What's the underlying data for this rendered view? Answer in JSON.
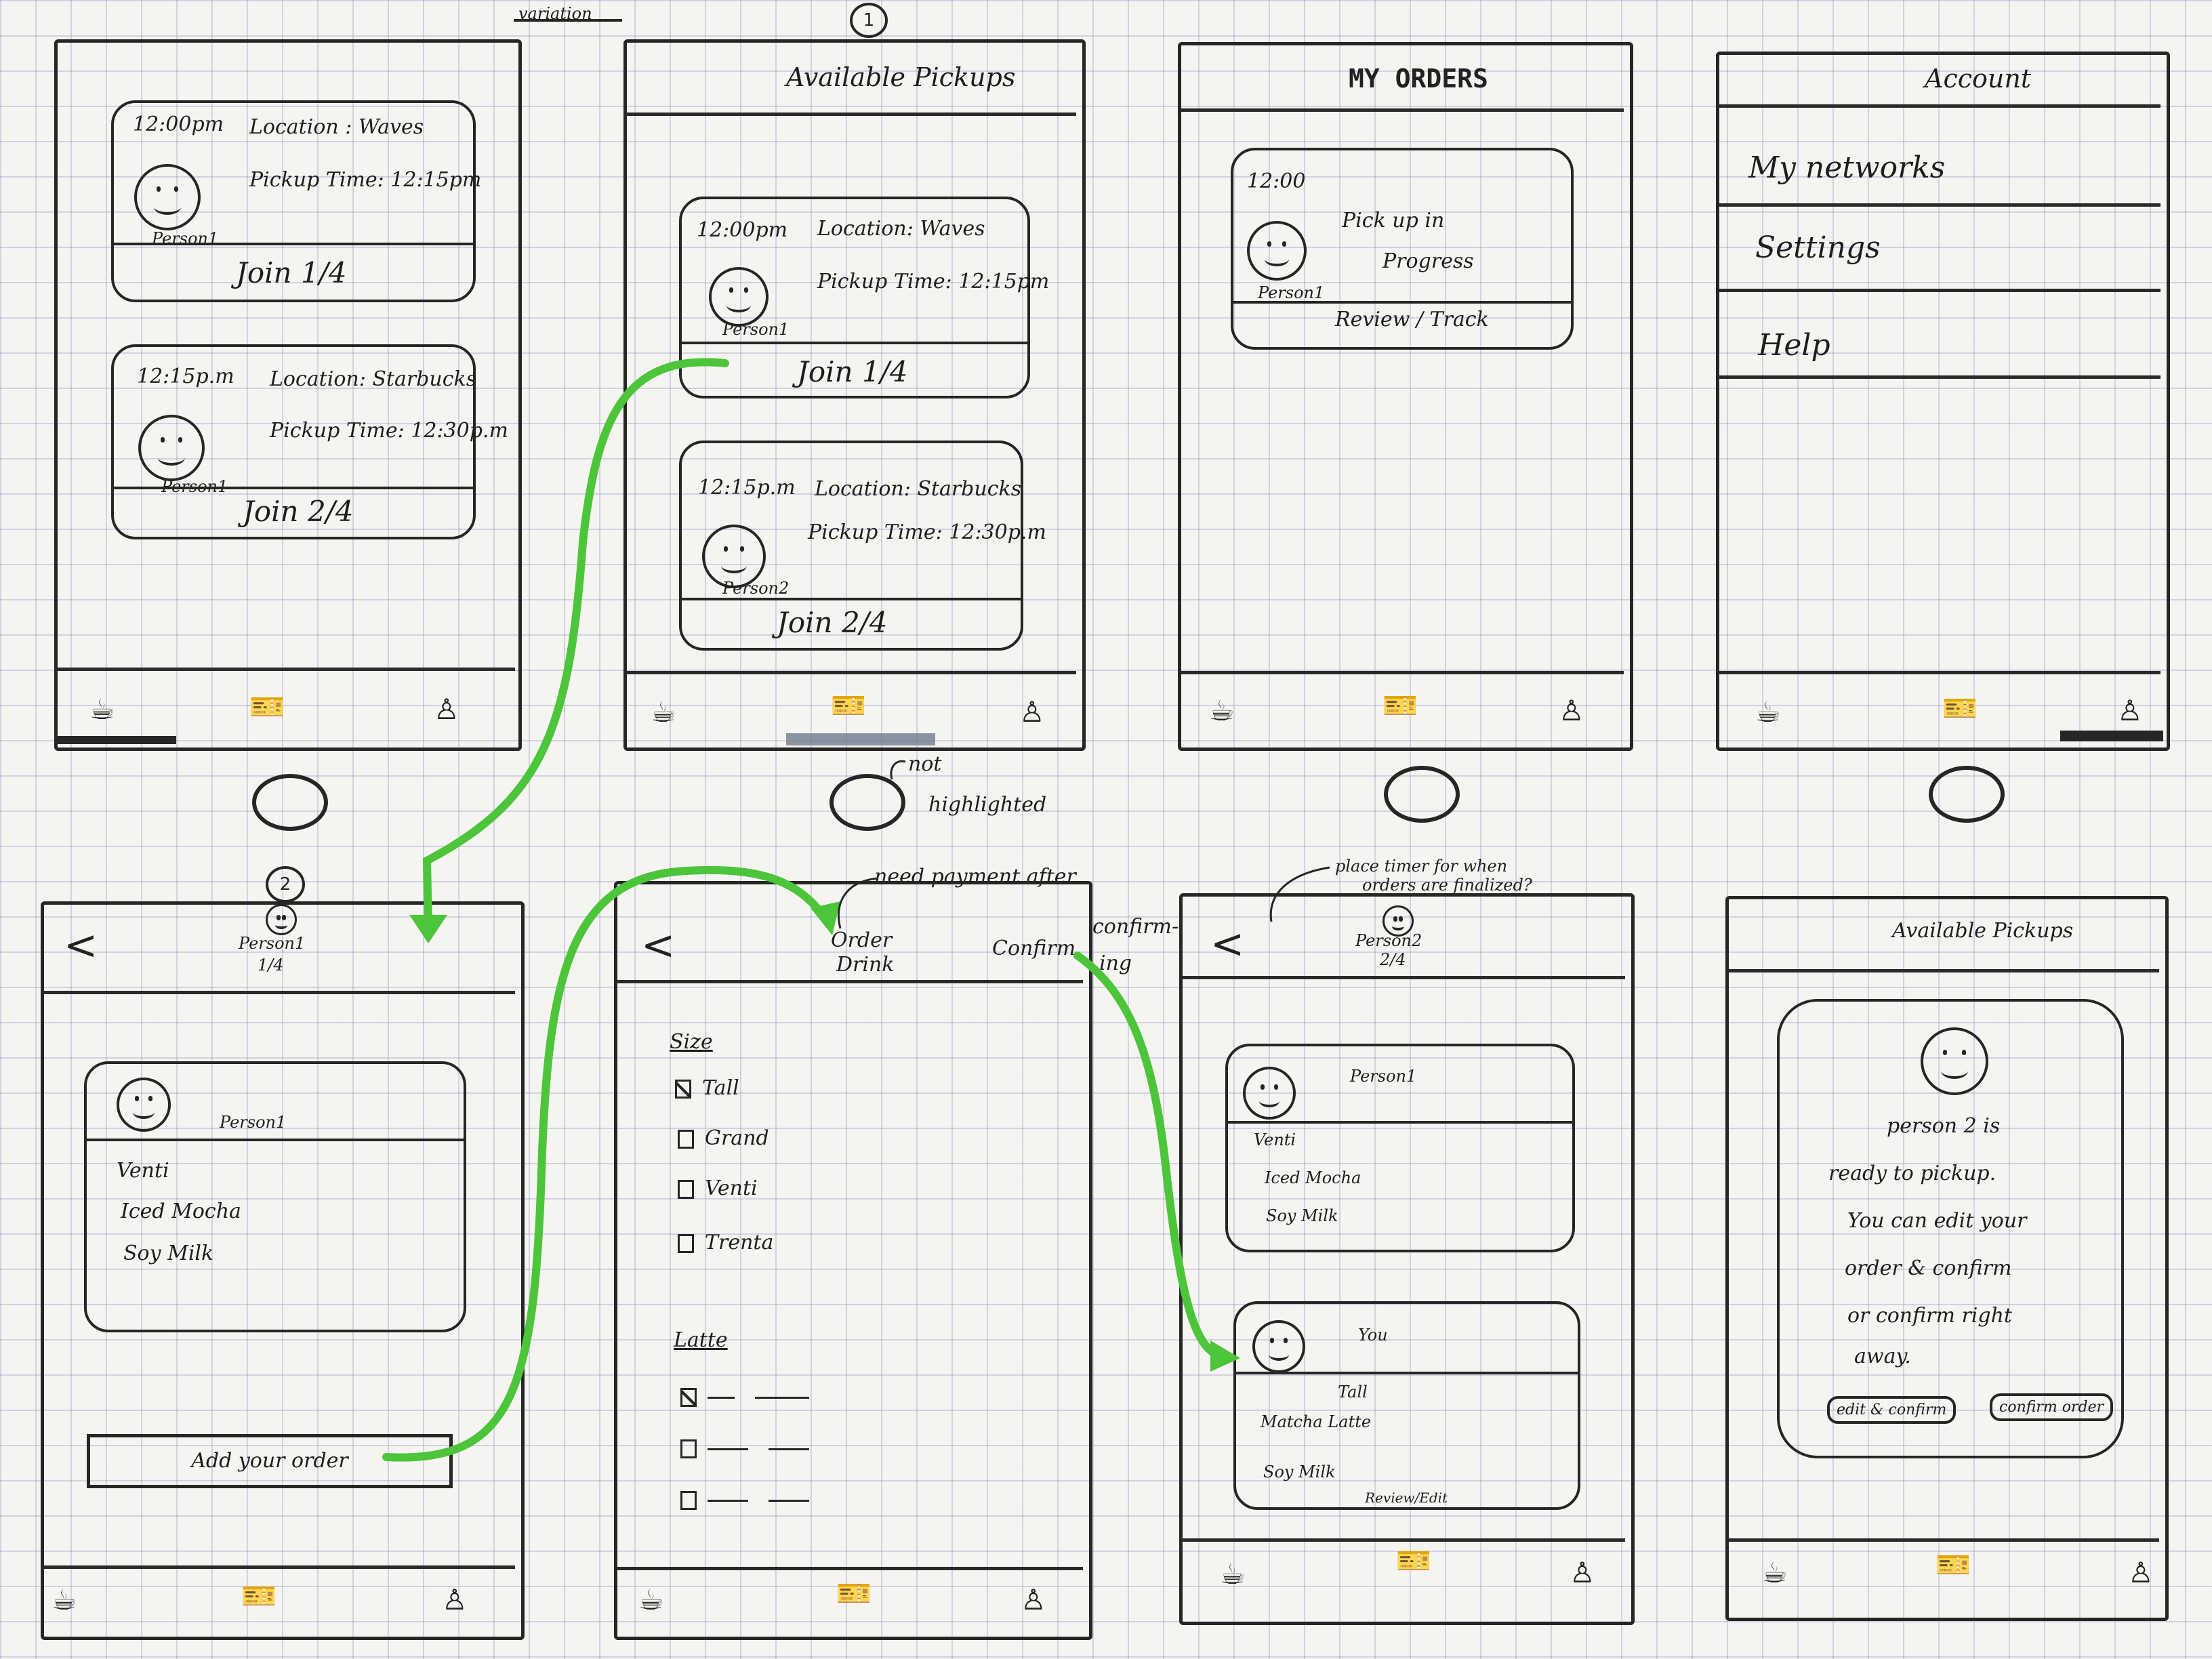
{
  "annotations": {
    "variation": "variation",
    "frame_num_1": "1",
    "frame_num_2": "2",
    "not_highlighted_1": "not",
    "not_highlighted_2": "highlighted",
    "need_payment_1": "need payment after",
    "need_payment_2": "confirm-",
    "need_payment_3": "ing",
    "place_timer_1": "place timer for when",
    "place_timer_2": "orders are finalized?"
  },
  "pickup_cards": [
    {
      "time": "12:00pm",
      "location": "Location : Waves",
      "pickup_time": "Pickup Time: 12:15pm",
      "person": "Person1",
      "join": "Join 1/4"
    },
    {
      "time": "12:15p.m",
      "location": "Location: Starbucks",
      "pickup_time": "Pickup Time: 12:30p.m",
      "person": "Person1",
      "join": "Join 2/4"
    }
  ],
  "available_cards": [
    {
      "time": "12:00pm",
      "location": "Location: Waves",
      "pickup_time": "Pickup Time: 12:15pm",
      "person": "Person1",
      "join": "Join 1/4"
    },
    {
      "time": "12:15p.m",
      "location": "Location: Starbucks",
      "pickup_time": "Pickup Time: 12:30p.m",
      "person": "Person2",
      "join": "Join 2/4"
    }
  ],
  "screen2": {
    "title": "Available Pickups"
  },
  "screen3": {
    "title": "MY ORDERS",
    "time": "12:00",
    "status_1": "Pick up in",
    "status_2": "Progress",
    "person": "Person1",
    "action": "Review / Track"
  },
  "screen4": {
    "title": "Account",
    "items": [
      "My networks",
      "Settings",
      "Help"
    ]
  },
  "screen5": {
    "back": "<",
    "person": "Person1",
    "count": "1/4",
    "card_person": "Person1",
    "order_lines": [
      "Venti",
      "Iced Mocha",
      "Soy Milk"
    ],
    "add_order": "Add your order"
  },
  "screen6": {
    "back": "<",
    "title_1": "Order",
    "title_2": "Drink",
    "confirm": "Confirm",
    "size_label": "Size",
    "sizes": [
      "Tall",
      "Grand",
      "Venti",
      "Trenta"
    ],
    "latte_label": "Latte"
  },
  "screen7": {
    "back": "<",
    "person": "Person2",
    "count": "2/4",
    "card1_name": "Person1",
    "card1_lines": [
      "Venti",
      "Iced Mocha",
      "Soy Milk"
    ],
    "card2_name": "You",
    "card2_lines": [
      "Tall",
      "Matcha Latte",
      "Soy Milk"
    ],
    "card2_action": "Review/Edit"
  },
  "screen8": {
    "title": "Available Pickups",
    "msg_lines": [
      "person 2 is",
      "ready to pickup.",
      "You can edit your",
      "order & confirm",
      "or confirm right",
      "away."
    ],
    "edit_btn": "edit & confirm",
    "confirm_btn": "confirm order"
  },
  "icons": [
    "coffee-cup-icon",
    "ticket-icon",
    "person-icon"
  ],
  "colors": {
    "ink": "#262626",
    "arrow": "#4cc53a",
    "paper": "#f5f4f0",
    "grid": "#8c8cc8"
  }
}
